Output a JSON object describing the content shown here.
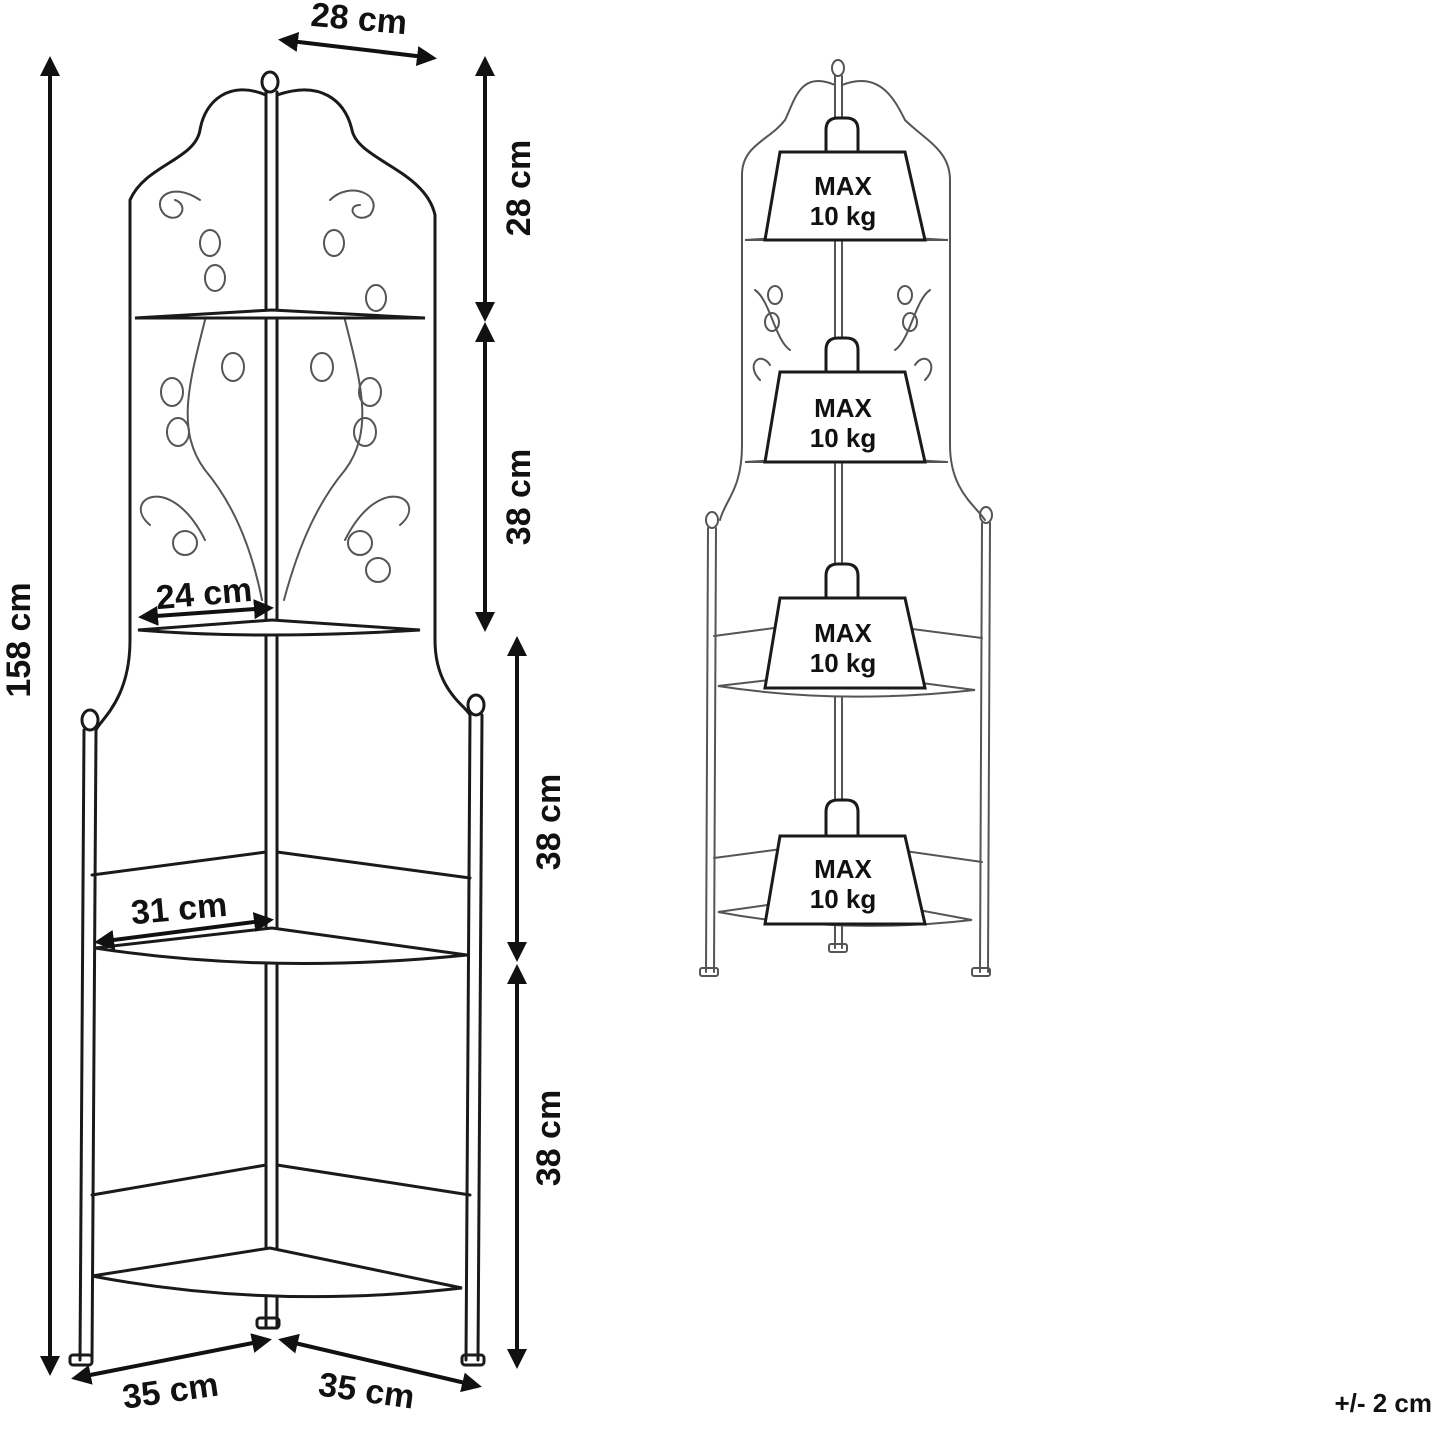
{
  "dimensions": {
    "top_width": "28 cm",
    "top_section": "28 cm",
    "second_section": "38 cm",
    "third_section": "38 cm",
    "bottom_section": "38 cm",
    "total_height": "158 cm",
    "upper_shelf_depth": "24 cm",
    "lower_shelf_depth": "31 cm",
    "base_left": "35 cm",
    "base_right": "35 cm"
  },
  "load": {
    "max_label": "MAX",
    "weight_label": "10 kg",
    "count": 4
  },
  "tolerance": "+/- 2 cm",
  "colors": {
    "line": "#1a1a1a",
    "light_line": "#555555",
    "background": "#ffffff"
  }
}
